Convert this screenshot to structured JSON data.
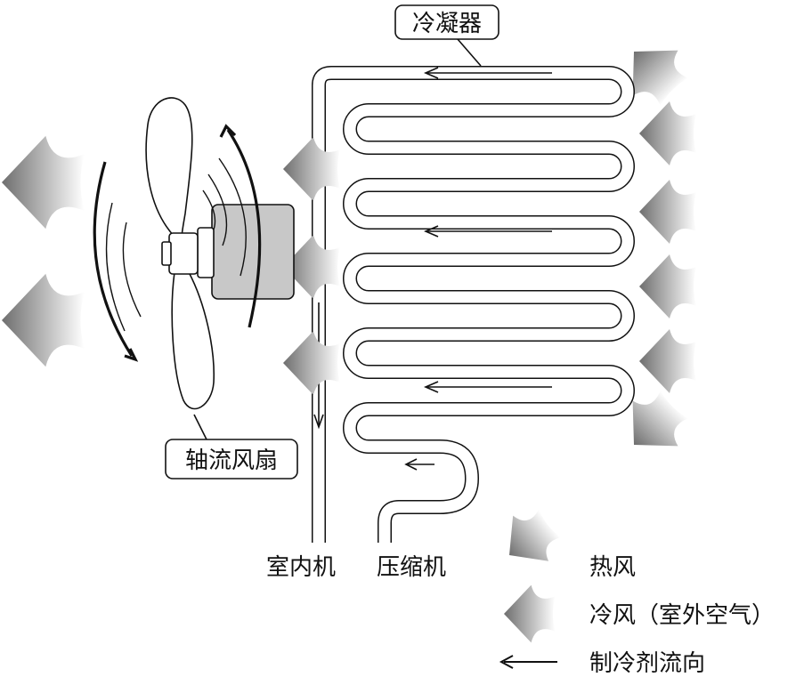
{
  "labels": {
    "condenser": "冷凝器",
    "fan": "轴流风扇",
    "indoor_unit": "室内机",
    "compressor": "压缩机"
  },
  "legend": {
    "hot_air": "热风",
    "cold_air": "冷风（室外空气）",
    "refrigerant_flow": "制冷剂流向"
  },
  "colors": {
    "line": "#111111",
    "motor_fill": "#c8c8c8",
    "air_arrow_dark": "#6e6e6e",
    "air_arrow_light": "#ffffff"
  }
}
